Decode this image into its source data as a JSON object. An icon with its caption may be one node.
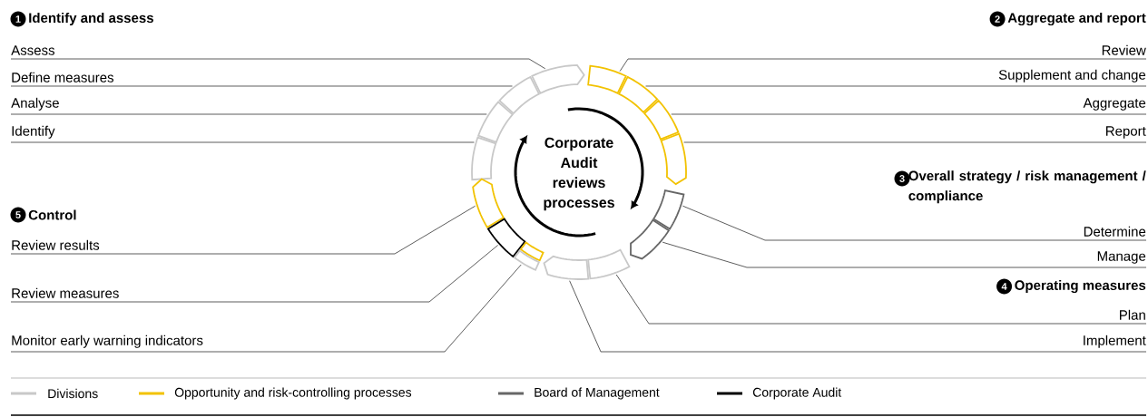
{
  "diagram": {
    "nodes": [
      {
        "text": [
          "1"
        ],
        "beside": [
          "Identify and assess"
        ]
      },
      {
        "text": [
          "Assess"
        ]
      },
      {
        "text": [
          "Define measures"
        ]
      },
      {
        "text": [
          "Analyse"
        ]
      },
      {
        "text": [
          "Identify"
        ]
      },
      {
        "text": [
          "2"
        ],
        "beside": [
          "Aggregate and report"
        ]
      },
      {
        "text": [
          "Review"
        ]
      },
      {
        "text": [
          "Supplement and change"
        ]
      },
      {
        "text": [
          "Aggregate"
        ]
      },
      {
        "text": [
          "Report"
        ]
      },
      {
        "text": [
          "3"
        ],
        "beside": [
          "Overall strategy / risk management / compliance"
        ]
      },
      {
        "text": [
          "Determine"
        ]
      },
      {
        "text": [
          "Manage"
        ]
      },
      {
        "text": [
          "4"
        ],
        "beside": [
          "Operating measures"
        ]
      },
      {
        "text": [
          "Plan"
        ]
      },
      {
        "text": [
          "Implement"
        ]
      },
      {
        "text": [
          "5"
        ],
        "beside": [
          "Control"
        ]
      },
      {
        "text": [
          "Review results"
        ]
      },
      {
        "text": [
          "Review measures"
        ]
      },
      {
        "text": [
          "Monitor early warning indicators"
        ]
      },
      {
        "text": [],
        "shape": "arc"
      },
      {
        "text": [],
        "shape": "arc"
      },
      {
        "text": [],
        "shape": "arc"
      },
      {
        "text": [],
        "shape": "arc"
      },
      {
        "text": [],
        "shape": "arc"
      },
      {
        "text": [],
        "shape": "arc"
      },
      {
        "text": [],
        "shape": "arc"
      },
      {
        "text": [],
        "shape": "arc"
      },
      {
        "text": [],
        "shape": "arc"
      },
      {
        "text": [],
        "shape": "arc"
      },
      {
        "text": [],
        "shape": "arc"
      },
      {
        "text": [],
        "shape": "arc"
      },
      {
        "text": [],
        "shape": "arc"
      },
      {
        "text": [],
        "shape": "arc"
      },
      {
        "text": [],
        "shape": "arc"
      },
      {
        "text": [],
        "shape": "arc"
      }
    ],
    "edges": [
      {
        "from": 1,
        "to": 20,
        "arrow": "none"
      },
      {
        "from": 2,
        "to": 21,
        "arrow": "none"
      },
      {
        "from": 3,
        "to": 22,
        "arrow": "none"
      },
      {
        "from": 4,
        "to": 23,
        "arrow": "none"
      },
      {
        "from": 6,
        "to": 24,
        "arrow": "none"
      },
      {
        "from": 7,
        "to": 25,
        "arrow": "none"
      },
      {
        "from": 8,
        "to": 26,
        "arrow": "none"
      },
      {
        "from": 9,
        "to": 27,
        "arrow": "none"
      },
      {
        "from": 11,
        "to": 28,
        "arrow": "none"
      },
      {
        "from": 12,
        "to": 29,
        "arrow": "none"
      },
      {
        "from": 14,
        "to": 30,
        "arrow": "none"
      },
      {
        "from": 15,
        "to": 31,
        "arrow": "none"
      },
      {
        "from": 17,
        "to": 32,
        "arrow": "none"
      },
      {
        "from": 18,
        "to": 33,
        "arrow": "none"
      },
      {
        "from": 19,
        "to": 35,
        "arrow": "none"
      }
    ],
    "labels": [
      "Corporate Audit reviews processes"
    ],
    "legend": [
      {
        "text": "Divisions",
        "color": "#c8c8c8"
      },
      {
        "text": "Opportunity and risk-controlling processes",
        "color": "#f2c200"
      },
      {
        "text": "Board of Management",
        "color": "#666666"
      },
      {
        "text": "Corporate Audit",
        "color": "#000000"
      }
    ]
  }
}
